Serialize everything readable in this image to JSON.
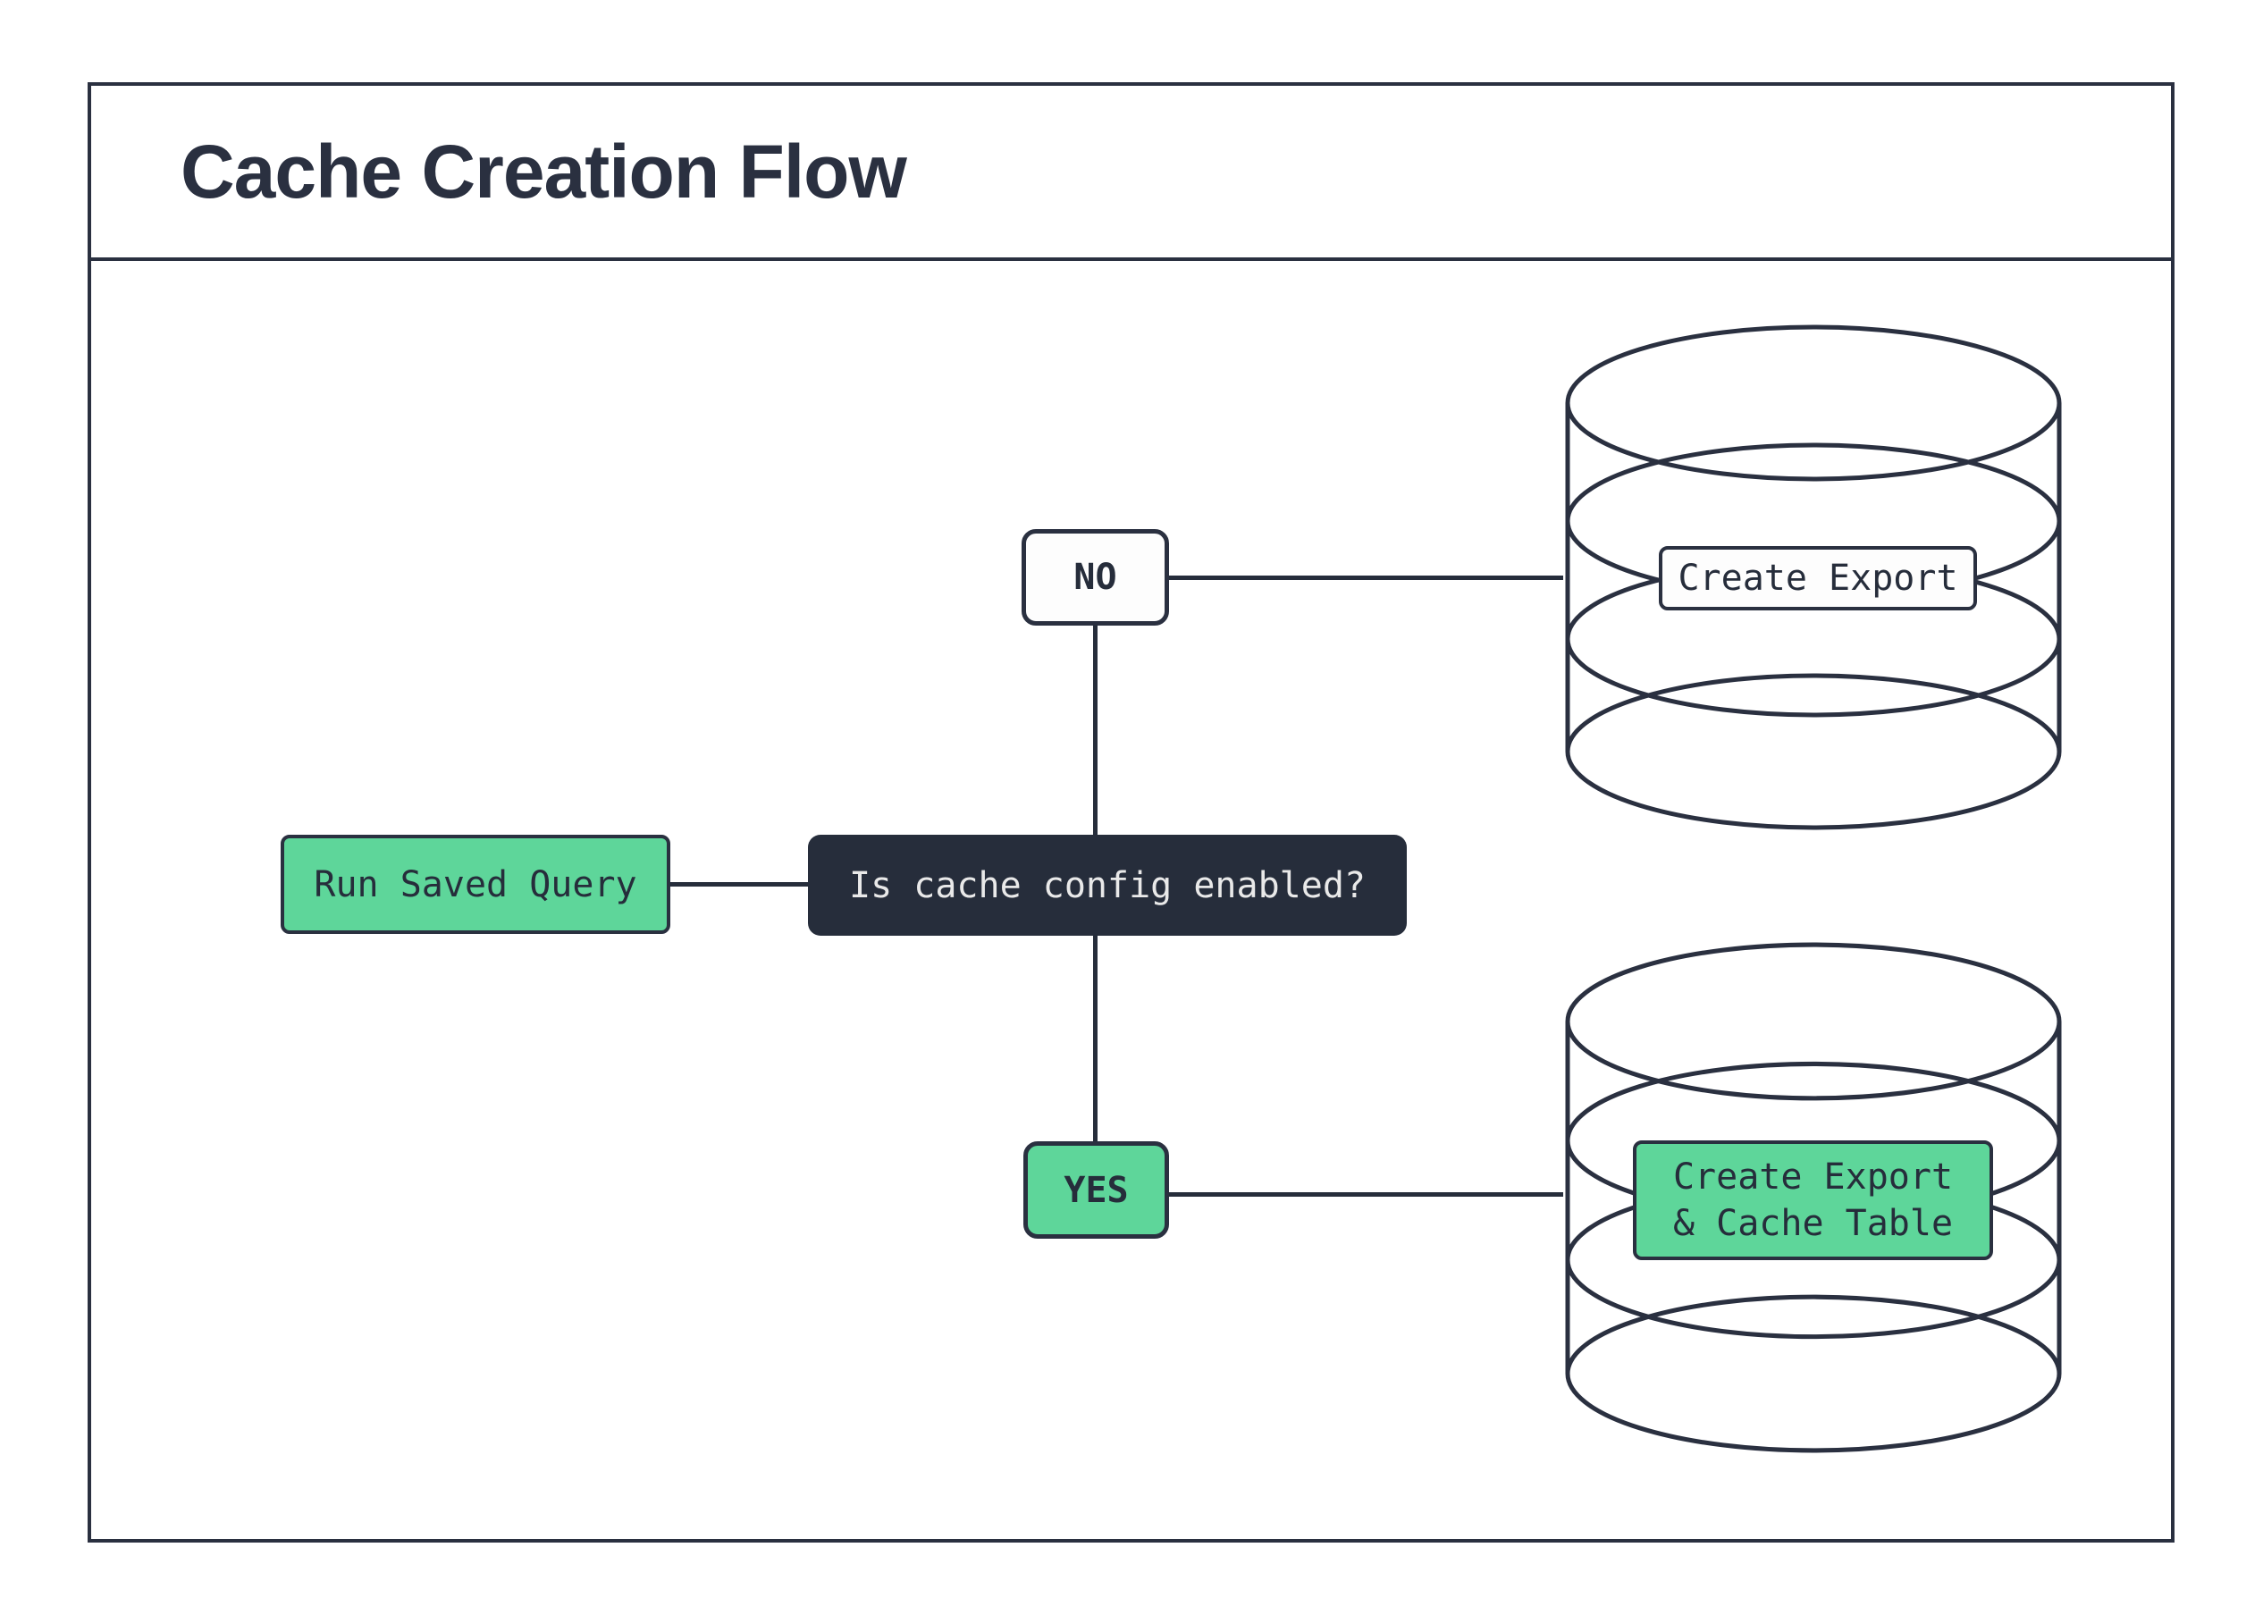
{
  "title": "Cache Creation Flow",
  "colors": {
    "ink": "#2a3040",
    "green": "#5ed69a",
    "decision_bg": "#262d3b",
    "decision_text": "#e9e9e9",
    "node_bg": "#fdfdfd"
  },
  "flow": {
    "start_node": {
      "label": "Run Saved Query"
    },
    "decision_node": {
      "label": "Is cache config enabled?"
    },
    "no_branch": {
      "label": "NO",
      "action_label": "Create Export",
      "target_icon": "database-cylinder-icon"
    },
    "yes_branch": {
      "label": "YES",
      "action_line1": "Create Export",
      "action_line2": "& Cache Table",
      "target_icon": "database-cylinder-icon"
    }
  }
}
